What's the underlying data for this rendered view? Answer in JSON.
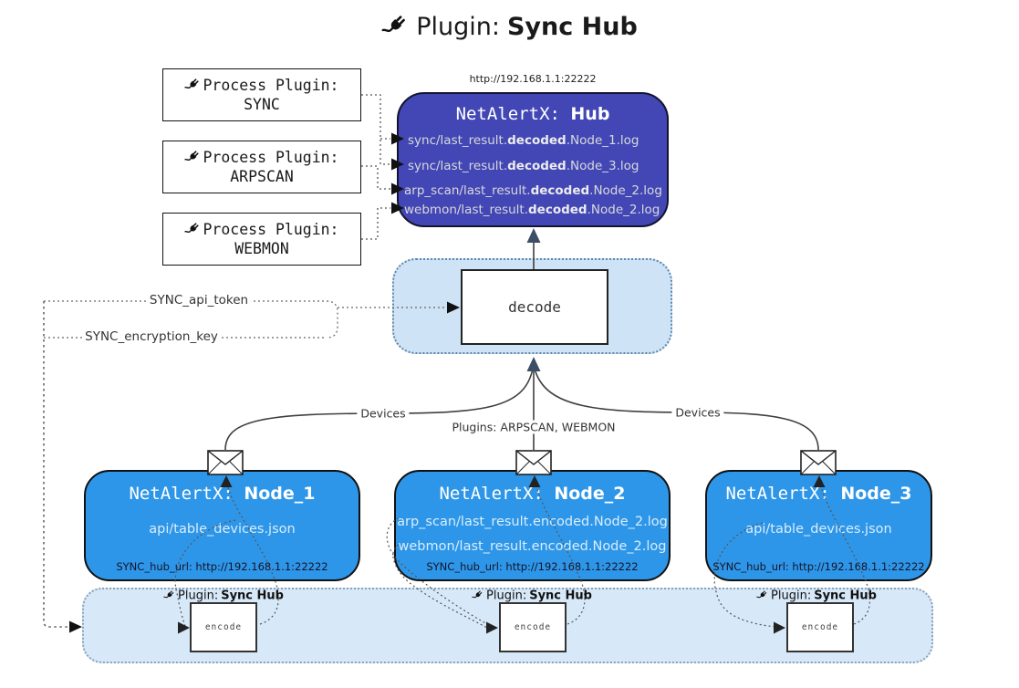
{
  "title": {
    "prefix": "Plugin: ",
    "name": "Sync Hub"
  },
  "hub": {
    "url": "http://192.168.1.1:22222",
    "title_prefix": "NetAlertX: ",
    "title_name": "Hub",
    "logs": [
      {
        "pre": "sync/last_result.",
        "bold": "decoded",
        "post": ".Node_1.log"
      },
      {
        "pre": "sync/last_result.",
        "bold": "decoded",
        "post": ".Node_3.log"
      },
      {
        "pre": "arp_scan/last_result.",
        "bold": "decoded",
        "post": ".Node_2.log"
      },
      {
        "pre": "webmon/last_result.",
        "bold": "decoded",
        "post": ".Node_2.log"
      }
    ]
  },
  "process_plugins": [
    {
      "label": "Process Plugin:",
      "name": "SYNC"
    },
    {
      "label": "Process Plugin:",
      "name": "ARPSCAN"
    },
    {
      "label": "Process Plugin:",
      "name": "WEBMON"
    }
  ],
  "decode": {
    "label": "decode"
  },
  "settings": {
    "api_token": "SYNC_api_token",
    "encryption_key": "SYNC_encryption_key"
  },
  "edge_labels": {
    "devices_left": "Devices",
    "devices_right": "Devices",
    "plugins_mid": "Plugins: ARPSCAN, WEBMON"
  },
  "nodes": [
    {
      "title_prefix": "NetAlertX: ",
      "title_name": "Node_1",
      "files": [
        "api/table_devices.json"
      ],
      "hub_url": "SYNC_hub_url: http://192.168.1.1:22222"
    },
    {
      "title_prefix": "NetAlertX: ",
      "title_name": "Node_2",
      "files": [
        "arp_scan/last_result.encoded.Node_2.log",
        "webmon/last_result.encoded.Node_2.log"
      ],
      "hub_url": "SYNC_hub_url: http://192.168.1.1:22222"
    },
    {
      "title_prefix": "NetAlertX: ",
      "title_name": "Node_3",
      "files": [
        "api/table_devices.json"
      ],
      "hub_url": "SYNC_hub_url: http://192.168.1.1:22222"
    }
  ],
  "encode_groups": [
    {
      "label_prefix": "Plugin: ",
      "label_name": "Sync Hub",
      "box": "encode"
    },
    {
      "label_prefix": "Plugin: ",
      "label_name": "Sync Hub",
      "box": "encode"
    },
    {
      "label_prefix": "Plugin: ",
      "label_name": "Sync Hub",
      "box": "encode"
    }
  ],
  "colors": {
    "hub_fill": "#4247b5",
    "node_fill": "#2e96e8",
    "band_fill": "#d7e8f8",
    "decode_area_fill": "#cfe3f6",
    "hub_text": "#d9d9d9",
    "node_text": "#d8edfc"
  }
}
